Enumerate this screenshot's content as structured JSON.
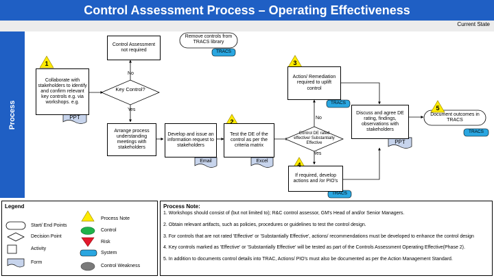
{
  "title": "Control Assessment Process – Operating Effectiveness",
  "state": "Current State",
  "lane_label": "Process",
  "steps": {
    "s1": "Collaborate with stakeholders to identify and confirm relevant key controls e.g. via workshops. e.g.",
    "key_control": "Key Control?",
    "not_required": "Control Assessment not required",
    "remove": "Remove controls from TRACS library",
    "arrange": "Arrange process understanding meetings with stakeholders",
    "develop": "Develop and issue an information request to stakeholders",
    "test": "Test the DE of the control as per the criteria matrix",
    "de_rated": "Control DE rated effective/ Substantially Effective",
    "action": "Action/ Remediation required to uplift control",
    "if_required": "If required, develop actions and /or PIO's",
    "discuss": "Discuss and agree DE rating, findings, observations with stakeholders",
    "document": "Document outcomes in TRACS"
  },
  "branch_labels": {
    "no1": "No",
    "yes1": "Yes",
    "no2": "No",
    "yes2": "Yes"
  },
  "numbers": [
    "1",
    "2",
    "3",
    "4",
    "5"
  ],
  "tags": {
    "ppt": "PPT",
    "tracs": "TRACS",
    "email": "Email",
    "excel": "Excel"
  },
  "legend": {
    "title": "Legend",
    "items": {
      "start_end": "Start/ End Points",
      "decision": "Decision Point",
      "activity": "Activity",
      "form": "Form",
      "process_note": "Process Note",
      "control": "Control",
      "risk": "Risk",
      "system": "System",
      "weakness": "Control Weakness"
    }
  },
  "notes": {
    "title": "Process Note:",
    "items": [
      "1. Workshops should consist of (but not limited to); R&C control assessor, GM's Head of and/or Senior Managers.",
      "2. Obtain relevant artifacts, such as policies, procedures or guidelines to test the control design.",
      "3. For controls that are not rated 'Effective' or 'Substantially Effective', actions/ recommendations must be developed to enhance the control design",
      "4. Key controls marked as 'Effective' or 'Substantially Effective' will be tested as part of the Controls  Assessment Operating Effective(Phase 2).",
      "5. In addition to documents control details into TRAC, Actions/ PIO's must also be documented as per the Action Management Standard."
    ]
  },
  "colors": {
    "title_bg": "#1f5fc4",
    "note_yellow": "#ffeb00",
    "control_green": "#1fb24a",
    "risk_red": "#e3182d",
    "system_blue": "#2aa6e0",
    "weakness_gray": "#7a7a7a",
    "form_fill": "#c7d4ec"
  }
}
